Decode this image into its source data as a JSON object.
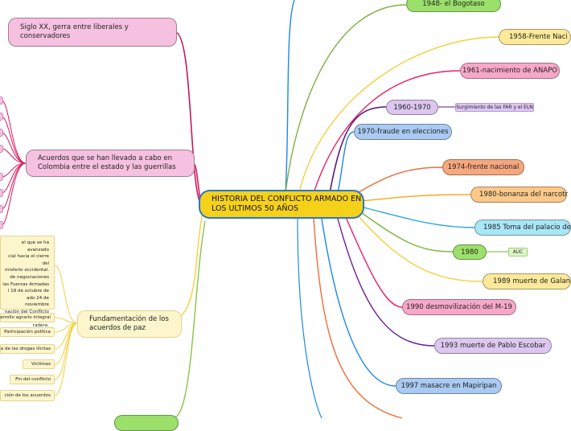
{
  "center": {
    "title": "HISTORIA DEL CONFLICTO ARMADO EN LOS ULTIMOS 50 AÑOS"
  },
  "left_topics": [
    {
      "label": "Siglo XX, gerra entre liberales y conservadores"
    },
    {
      "label": "Acuerdos que se han llevado a cabo en Colombia entre el estado y las guerrillas"
    },
    {
      "label": "Fundamentación de los acuerdos de paz"
    }
  ],
  "peace_note": "el que se ha avanzado\ncial hacia el cierre del\nmisferio occidental.\nde negociaciones\nlas Fuerzas Armadas\nl 18 de octubre de\nado 24 de noviembre\nnación del Conflicto y\nradera.",
  "peace_points": [
    "arrollo agrario integral",
    "Participación política",
    "a de las drogas ilícitas",
    "Víctimas",
    "Fin del conflicto",
    "ción de los acuerdos"
  ],
  "timeline": [
    {
      "label": "1948- el Bogotaso"
    },
    {
      "label": "1958-Frente Naci"
    },
    {
      "label": "1961-nacimiento de ANAPO"
    },
    {
      "label": "1960-1970"
    },
    {
      "label": "1970-fraude en elecciones"
    },
    {
      "label": "1974-frente nacional"
    },
    {
      "label": "1980-bonanza del narcotr"
    },
    {
      "label": "1985 Toma del palacio de"
    },
    {
      "label": "1980"
    },
    {
      "label": "1989 muerte de Galan"
    },
    {
      "label": "1990 desmovilización del M-19"
    },
    {
      "label": "1993 muerte de Pablo Escobar"
    },
    {
      "label": "1997 masacre en Mapiripan"
    }
  ],
  "sub_1960": "Surgimiento de las FAR y el ELN",
  "sub_1980": "AUC",
  "colors": {
    "center_fill": "#f6d11a",
    "center_border": "#2a78c8",
    "pink": "#f6c0e0",
    "green": "#9be06a",
    "yellow": "#fde99a",
    "salmon": "#f7a77e",
    "orange": "#fcc98a",
    "lavender": "#d6c2ee",
    "blue": "#a9caf2",
    "cyan": "#a8e7f7",
    "magenta": "#f7a8c8",
    "purple": "#ddc7f0"
  }
}
